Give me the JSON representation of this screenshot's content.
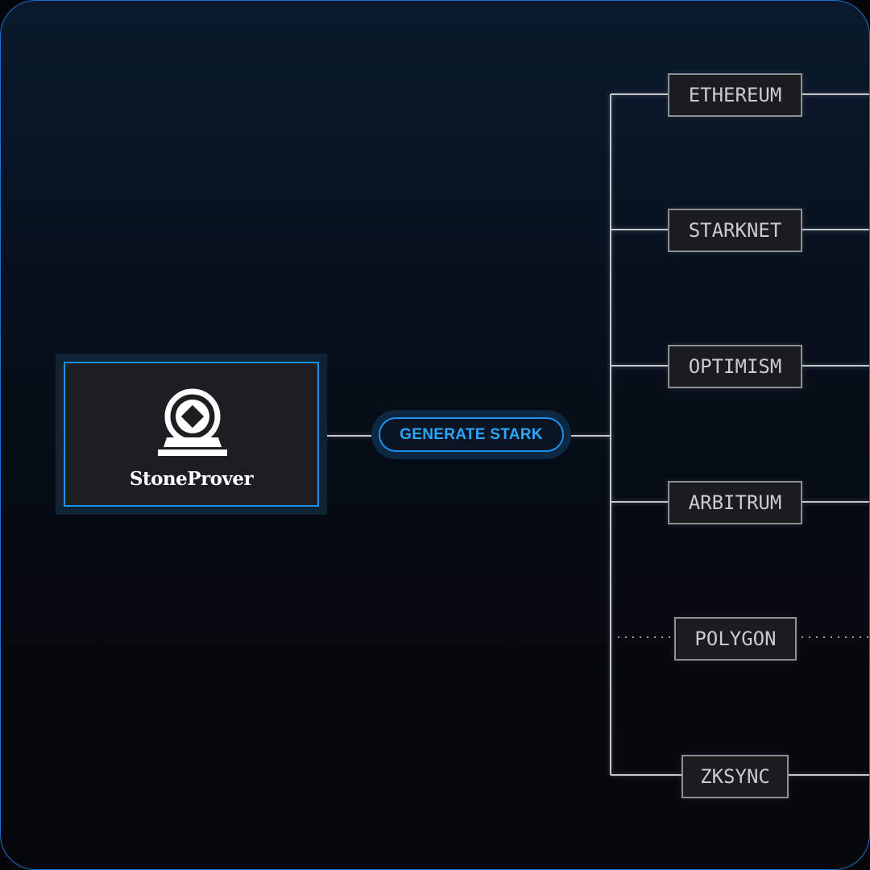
{
  "prover": {
    "name": "StoneProver",
    "logo_icon": "stone-prover-logo-icon"
  },
  "action": {
    "label": "GENERATE STARK"
  },
  "chains": [
    {
      "label": "ETHEREUM",
      "connection": "solid"
    },
    {
      "label": "STARKNET",
      "connection": "solid"
    },
    {
      "label": "OPTIMISM",
      "connection": "solid"
    },
    {
      "label": "ARBITRUM",
      "connection": "solid"
    },
    {
      "label": "POLYGON",
      "connection": "dotted"
    },
    {
      "label": "ZKSYNC",
      "connection": "solid"
    }
  ],
  "colors": {
    "accent": "#1e8fe8",
    "accent_text": "#2ba6ff",
    "frame_border": "#1a6fd0",
    "line": "#c4c7cc",
    "box_fill": "#1d1e21"
  }
}
